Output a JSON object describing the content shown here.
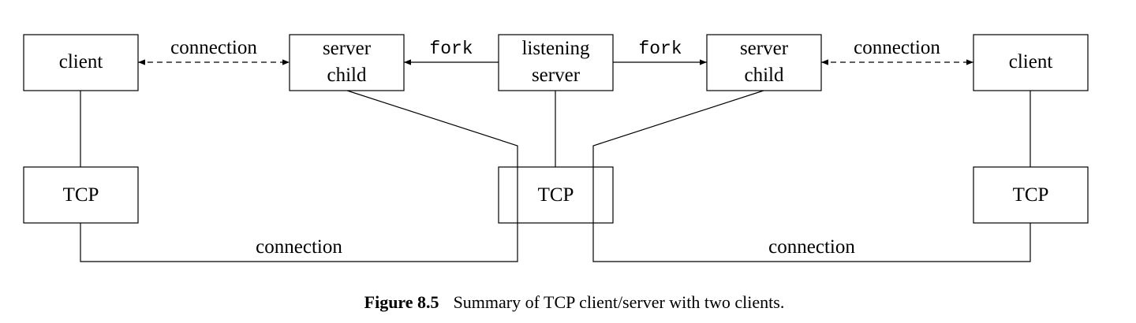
{
  "boxes": {
    "client_left": "client",
    "server_child_left": [
      "server",
      "child"
    ],
    "listening_server": [
      "listening",
      "server"
    ],
    "server_child_right": [
      "server",
      "child"
    ],
    "client_right": "client",
    "tcp_left": "TCP",
    "tcp_center": "TCP",
    "tcp_right": "TCP"
  },
  "edges": {
    "connection_top_left": "connection",
    "fork_left": "fork",
    "fork_right": "fork",
    "connection_top_right": "connection",
    "connection_bottom_left": "connection",
    "connection_bottom_right": "connection"
  },
  "caption": {
    "label": "Figure 8.5",
    "text": "Summary of TCP client/server with two clients."
  }
}
